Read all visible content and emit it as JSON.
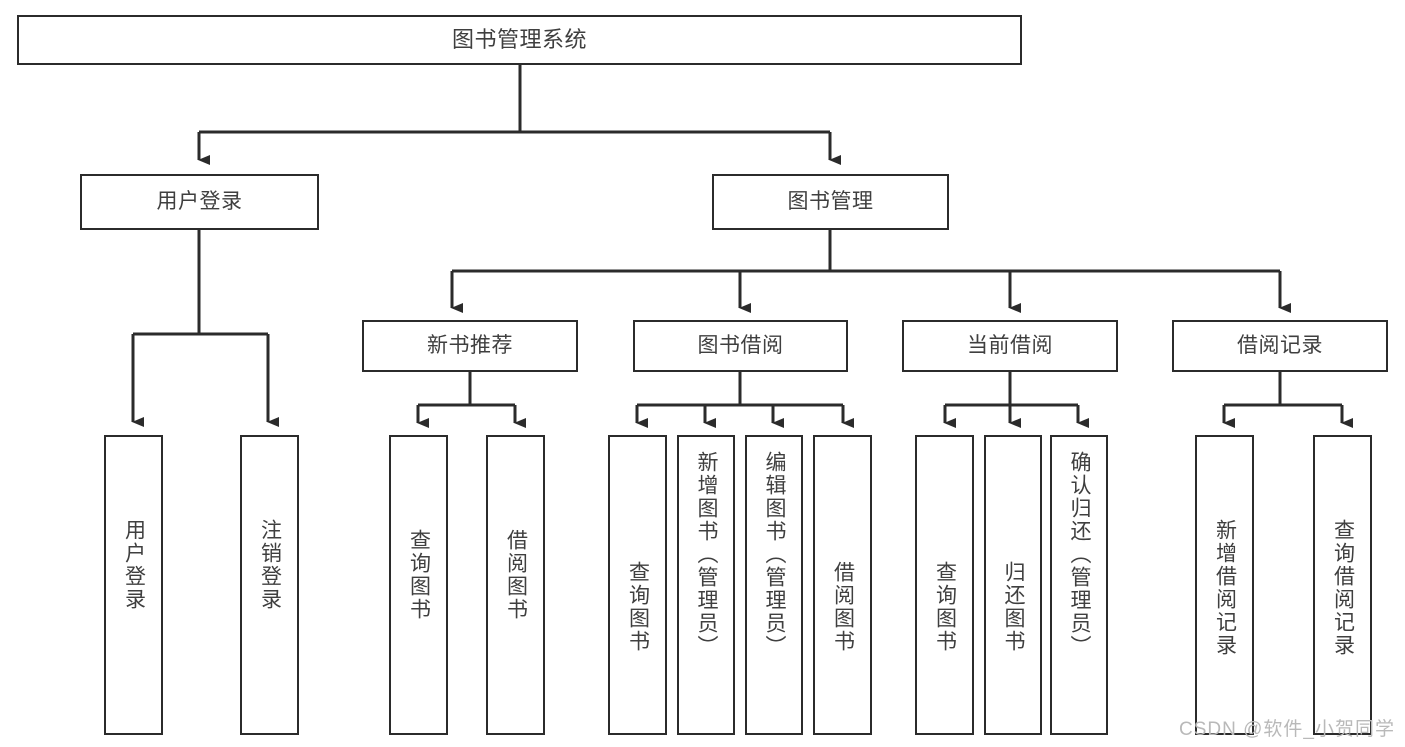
{
  "diagram": {
    "type": "tree",
    "title": "图书管理系统",
    "root": {
      "label": "图书管理系统"
    },
    "level2": [
      {
        "label": "用户登录"
      },
      {
        "label": "图书管理"
      }
    ],
    "level3": [
      {
        "label": "新书推荐"
      },
      {
        "label": "图书借阅"
      },
      {
        "label": "当前借阅"
      },
      {
        "label": "借阅记录"
      }
    ],
    "leaves": {
      "user_login": [
        {
          "label": "用户登录"
        },
        {
          "label": "注销登录"
        }
      ],
      "new_book_recommend": [
        {
          "label": "查询图书"
        },
        {
          "label": "借阅图书"
        }
      ],
      "book_borrow": [
        {
          "label": "查询图书"
        },
        {
          "label": "新增图书（管理员）"
        },
        {
          "label": "编辑图书（管理员）"
        },
        {
          "label": "借阅图书"
        }
      ],
      "current_borrow": [
        {
          "label": "查询图书"
        },
        {
          "label": "归还图书"
        },
        {
          "label": "确认归还（管理员）"
        }
      ],
      "borrow_record": [
        {
          "label": "新增借阅记录"
        },
        {
          "label": "查询借阅记录"
        }
      ]
    }
  },
  "watermark": {
    "text": "CSDN @软件_小贺同学"
  },
  "colors": {
    "border": "#2b2b2b",
    "text": "#3f3f3f",
    "background": "#ffffff",
    "watermark": "#b9b9b9"
  }
}
